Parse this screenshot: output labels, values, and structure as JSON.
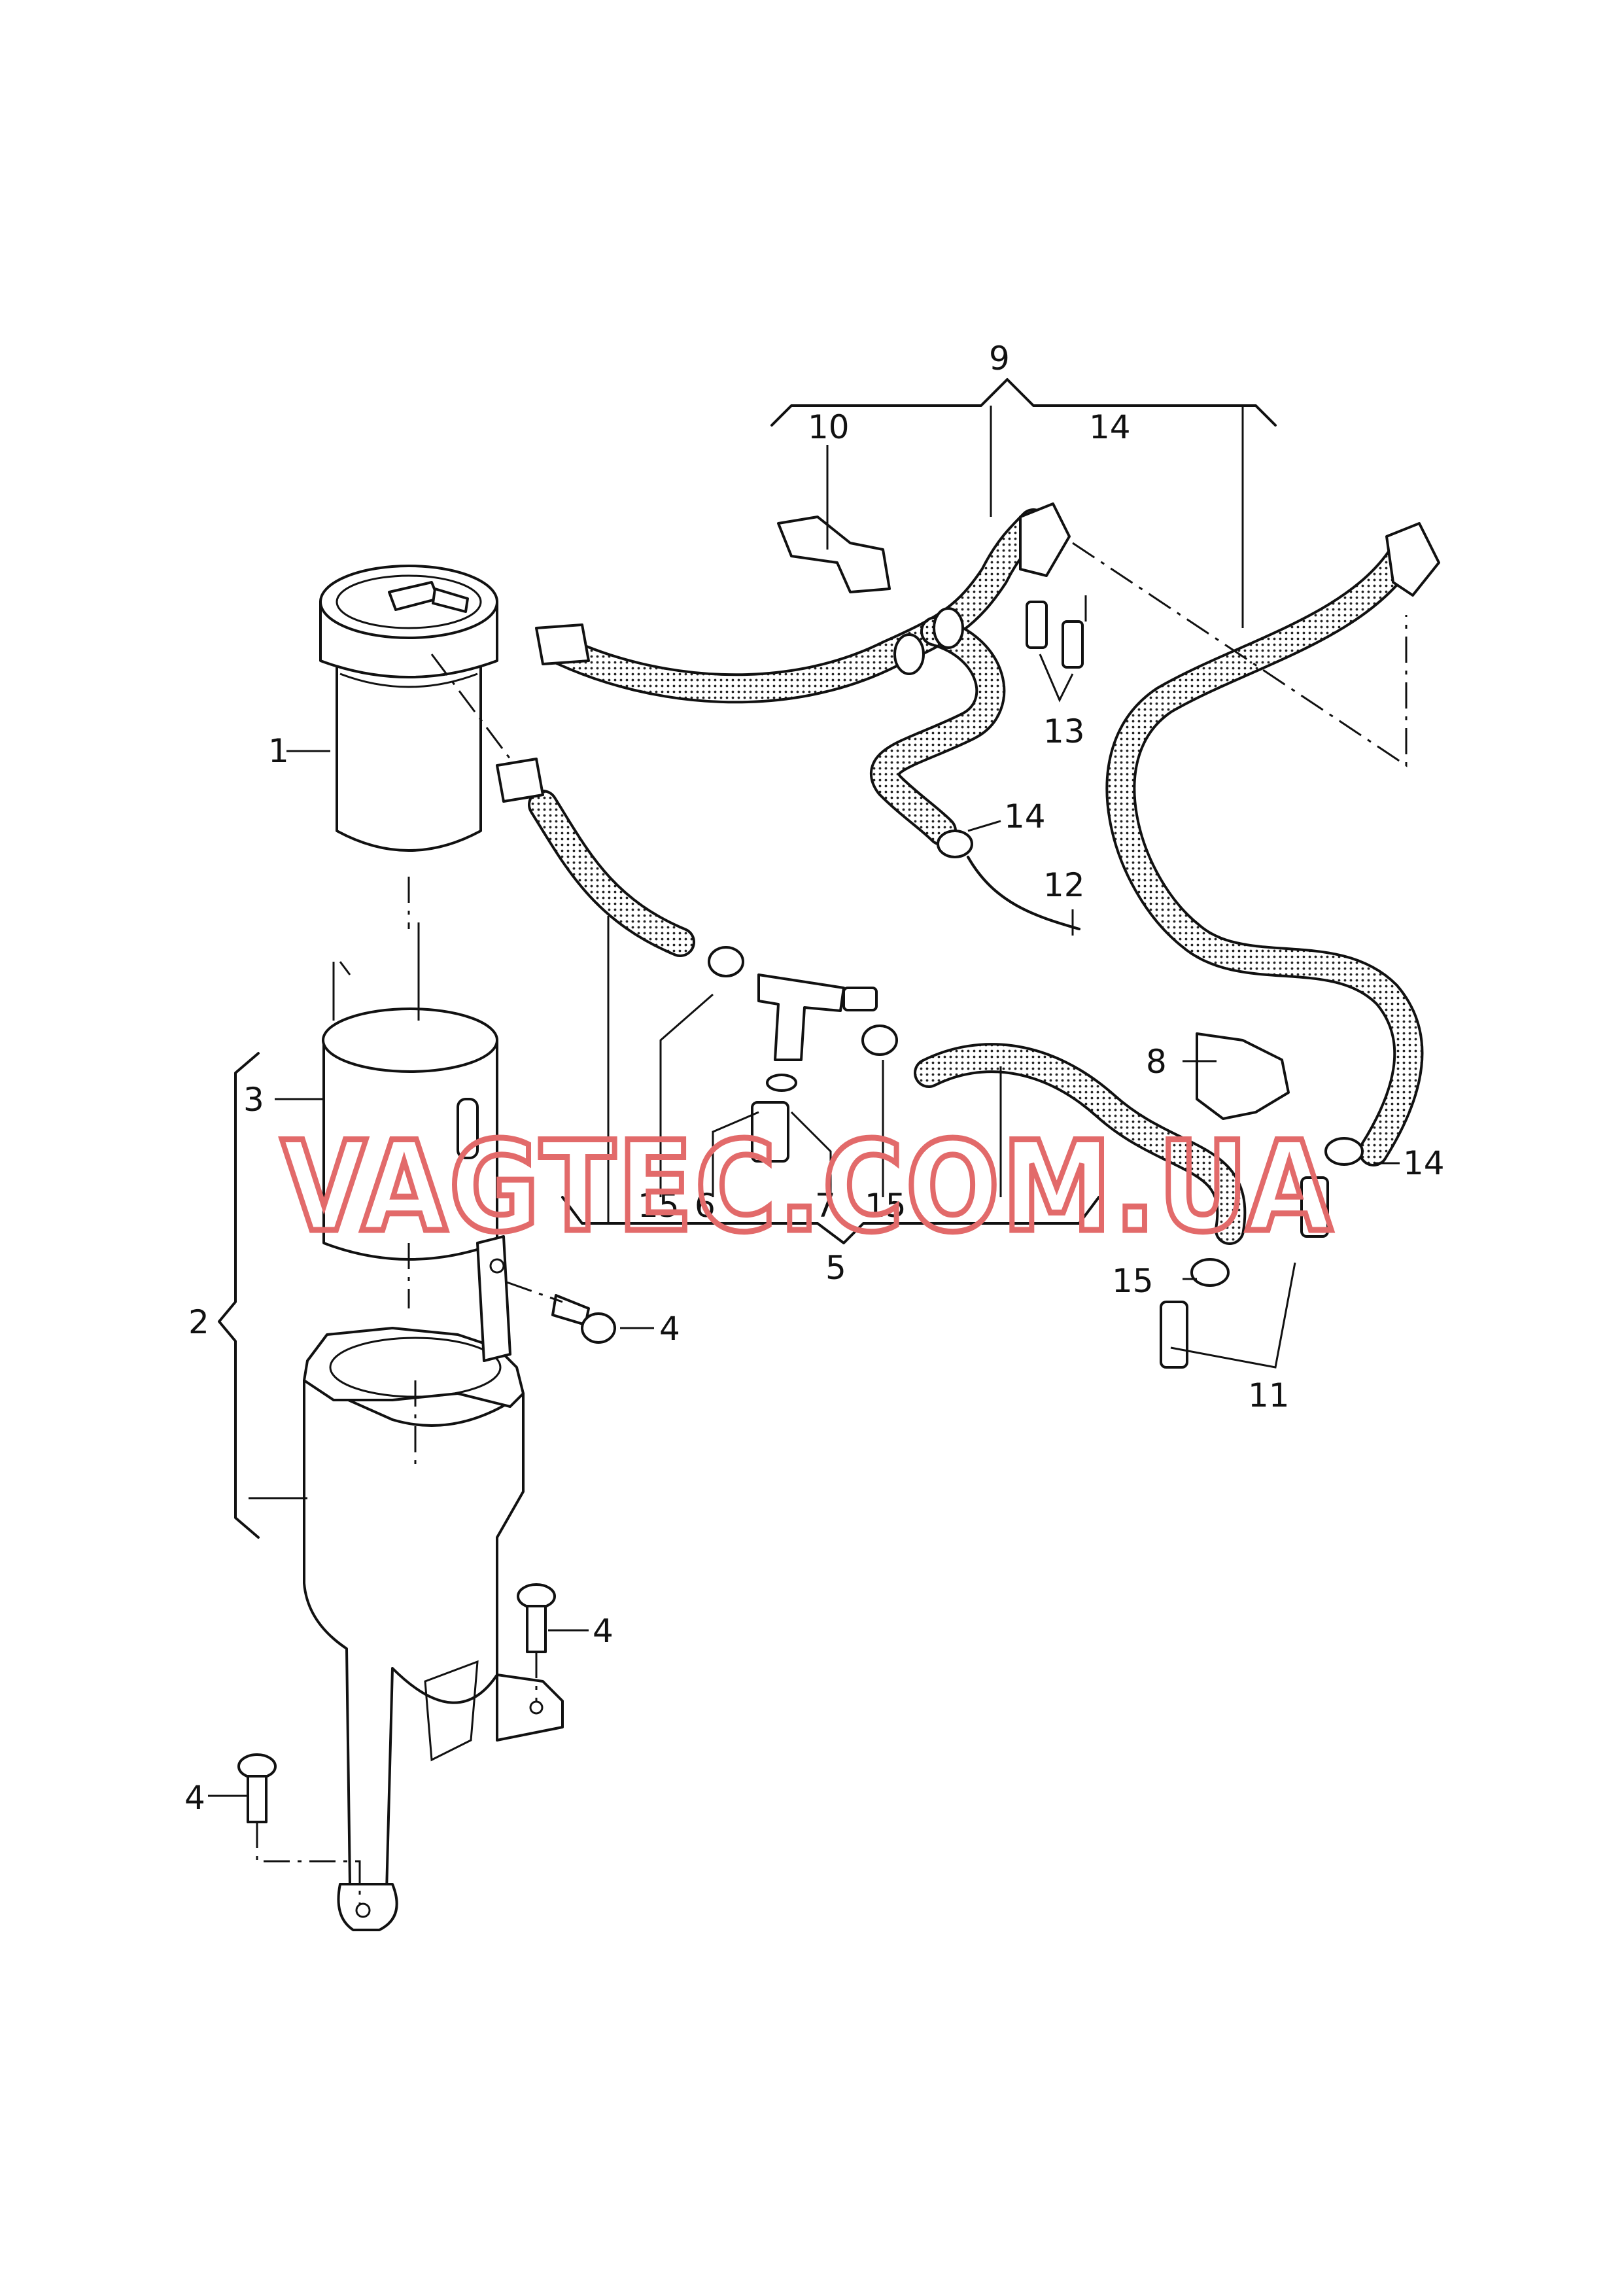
{
  "diagram": {
    "callouts": [
      {
        "id": "label-1",
        "text": "1"
      },
      {
        "id": "label-2",
        "text": "2"
      },
      {
        "id": "label-3",
        "text": "3"
      },
      {
        "id": "label-4a",
        "text": "4"
      },
      {
        "id": "label-4b",
        "text": "4"
      },
      {
        "id": "label-4c",
        "text": "4"
      },
      {
        "id": "label-5",
        "text": "5"
      },
      {
        "id": "label-6",
        "text": "6"
      },
      {
        "id": "label-7",
        "text": "7"
      },
      {
        "id": "label-8",
        "text": "8"
      },
      {
        "id": "label-9",
        "text": "9"
      },
      {
        "id": "label-10",
        "text": "10"
      },
      {
        "id": "label-11",
        "text": "11"
      },
      {
        "id": "label-12",
        "text": "12"
      },
      {
        "id": "label-13",
        "text": "13"
      },
      {
        "id": "label-14a",
        "text": "14"
      },
      {
        "id": "label-14b",
        "text": "14"
      },
      {
        "id": "label-14c",
        "text": "14"
      },
      {
        "id": "label-15a",
        "text": "15"
      },
      {
        "id": "label-15b",
        "text": "15"
      },
      {
        "id": "label-15c",
        "text": "15"
      }
    ]
  },
  "watermark": {
    "text": "VAGTEC.COM.UA",
    "color": "#e26a6a"
  }
}
